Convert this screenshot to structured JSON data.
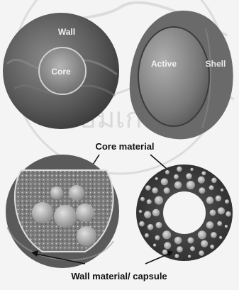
{
  "watermark": {
    "text": "จอมเกล้า"
  },
  "labels": {
    "wall": "Wall",
    "core": "Core",
    "active": "Active",
    "shell": "Shell",
    "core_material": "Core material",
    "wall_material": "Wall material/ capsule"
  },
  "colors": {
    "background": "#f4f4f4",
    "dark": "#3e3e3e",
    "mid": "#6e6e6e",
    "light": "#cfcfcf",
    "bubble": "#9a9a9a",
    "label": "#111111"
  }
}
